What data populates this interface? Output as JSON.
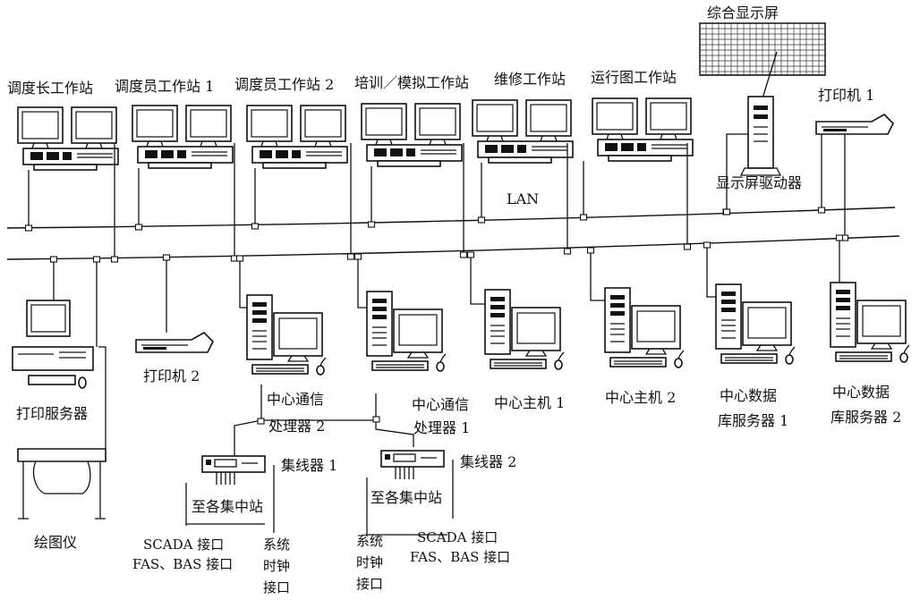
{
  "display": {
    "screen": "综合显示屏",
    "driver": "显示屏驱动器"
  },
  "workstations": [
    {
      "label": "调度长工作站"
    },
    {
      "label": "调度员工作站 1"
    },
    {
      "label": "调度员工作站 2"
    },
    {
      "label": "培训／模拟工作站"
    },
    {
      "label": "维修工作站"
    },
    {
      "label": "运行图工作站"
    }
  ],
  "network": {
    "lan": "LAN"
  },
  "peripherals": {
    "printer1": "打印机 1",
    "printer2": "打印机 2",
    "print_server": "打印服务器",
    "plotter": "绘图仪"
  },
  "servers": {
    "comm1_a": "中心通信",
    "comm1_b": "处理器 2",
    "comm2_a": "中心通信",
    "comm2_b": "处理器 1",
    "host1": "中心主机 1",
    "host2": "中心主机 2",
    "db1_a": "中心数据",
    "db1_b": "库服务器 1",
    "db2_a": "中心数据",
    "db2_b": "库服务器 2"
  },
  "hubs": {
    "hub1": "集线器 1",
    "hub2": "集线器 2",
    "to_stations_1": "至各集中站",
    "to_stations_2": "至各集中站"
  },
  "interfaces": {
    "left": {
      "scada": "SCADA 接口",
      "fasbas": "FAS、BAS 接口",
      "clock": [
        "系统",
        "时钟",
        "接口"
      ]
    },
    "right": {
      "scada": "SCADA 接口",
      "fasbas": "FAS、BAS 接口",
      "clock": [
        "系统",
        "时钟",
        "接口"
      ]
    }
  }
}
